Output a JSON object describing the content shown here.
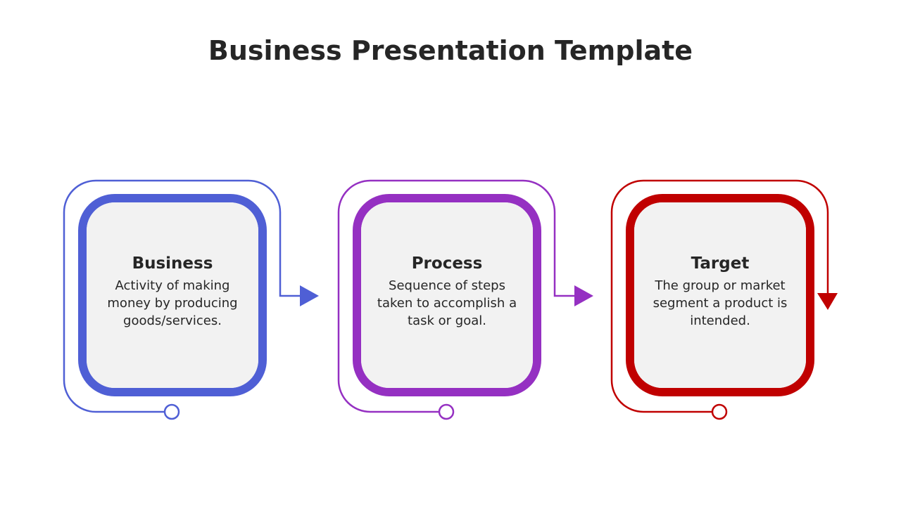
{
  "title": "Business Presentation Template",
  "steps": [
    {
      "heading": "Business",
      "text": "Activity of making money by producing goods/services.",
      "color": "#4f5fd5",
      "arrow": "right"
    },
    {
      "heading": "Process",
      "text": "Sequence of steps taken to accomplish a task or goal.",
      "color": "#9530c2",
      "arrow": "right"
    },
    {
      "heading": "Target",
      "text": "The group or market segment a product is intended.",
      "color": "#c00000",
      "arrow": "down"
    }
  ]
}
